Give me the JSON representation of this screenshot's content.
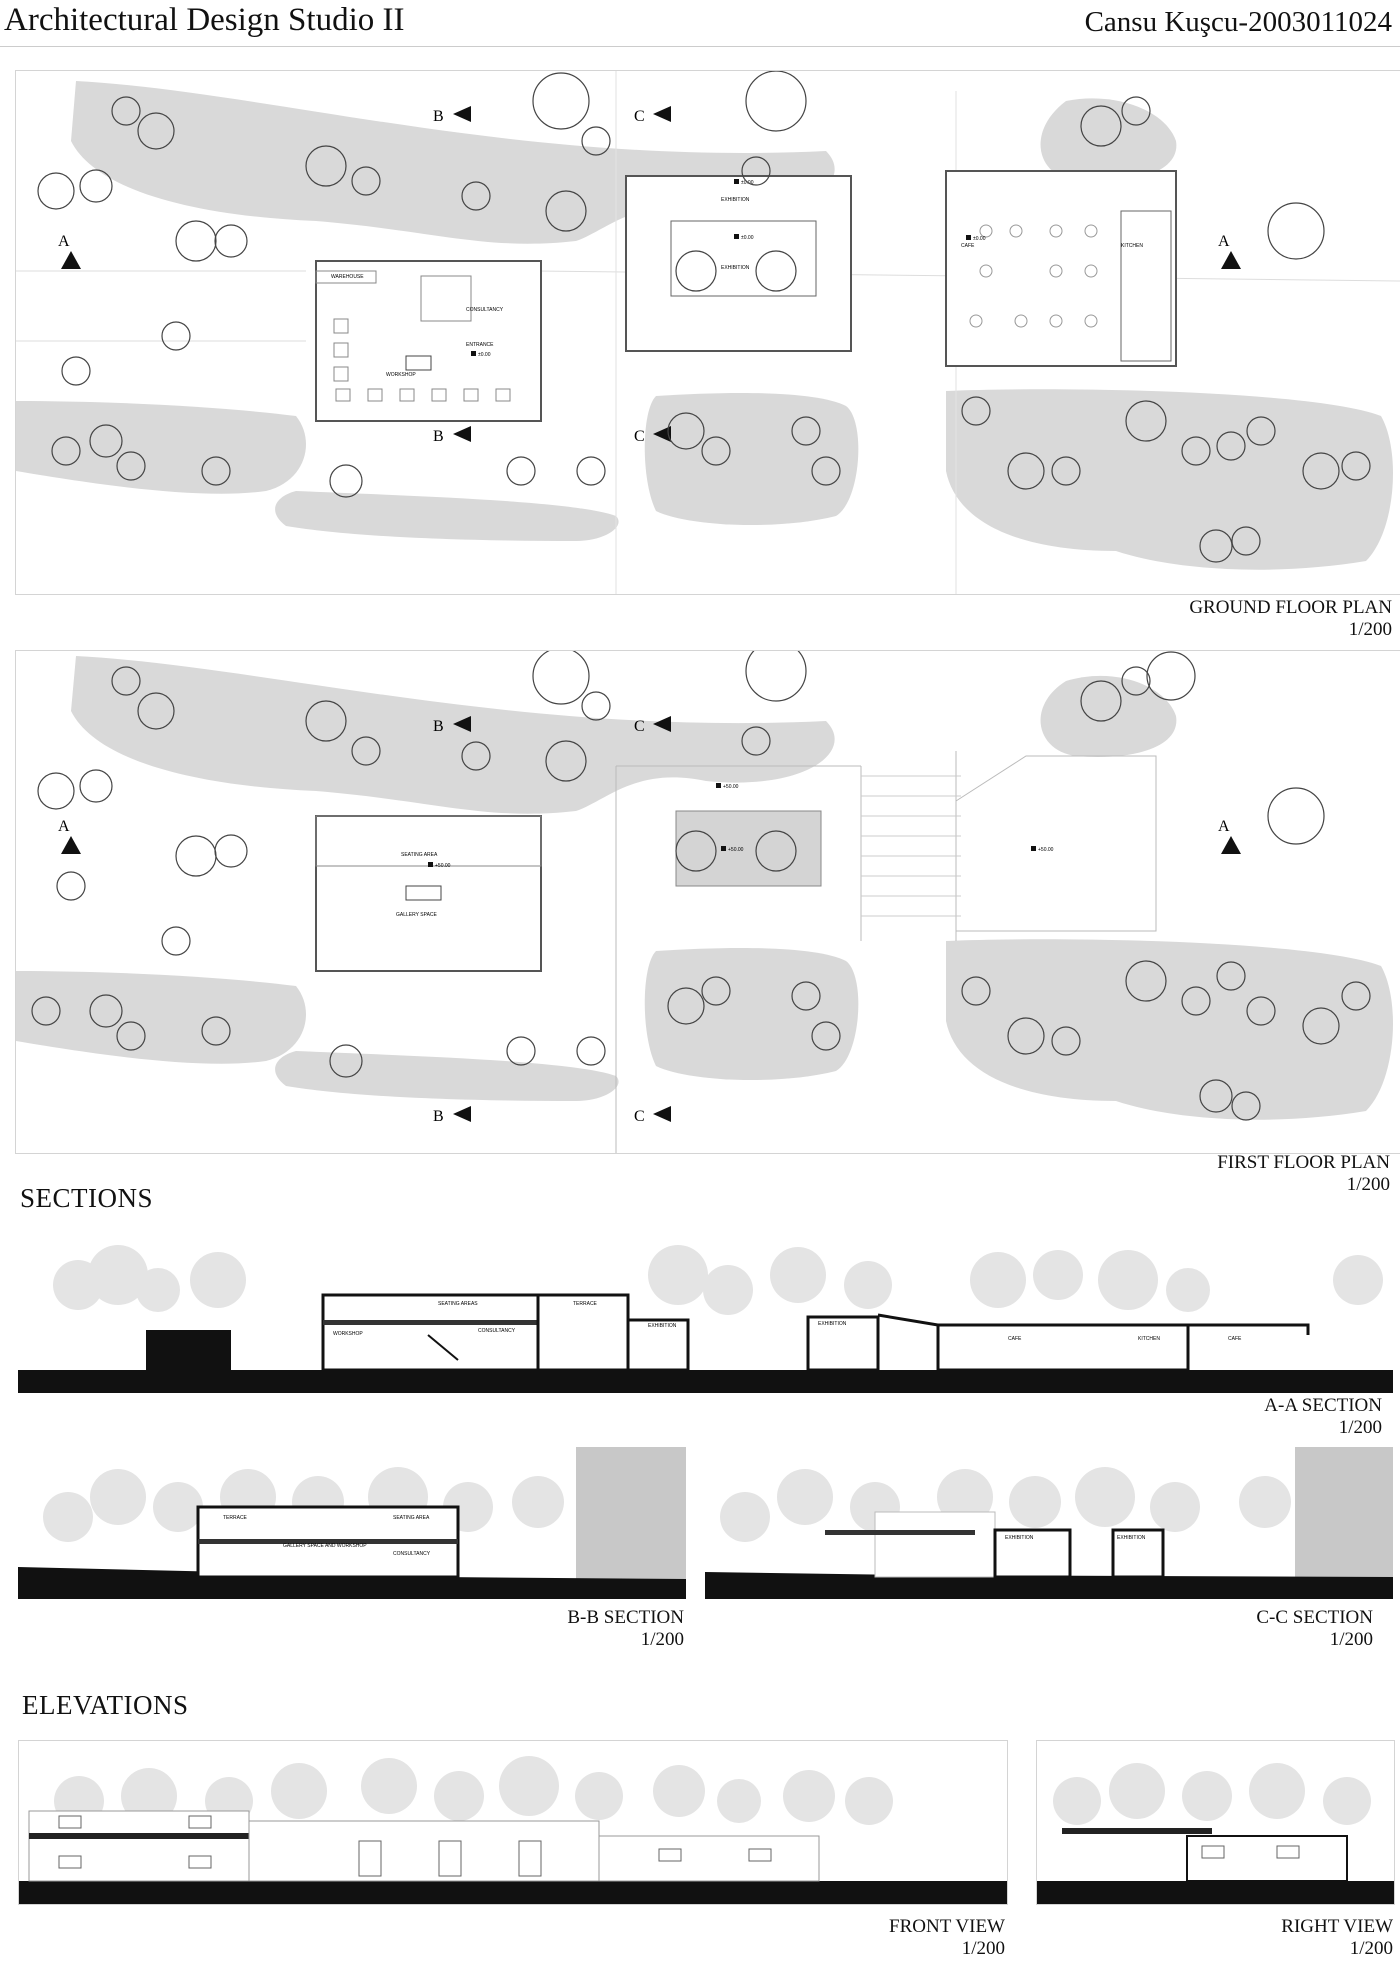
{
  "header": {
    "title": "Architectural Design Studio II",
    "author": "Cansu Kuşcu-2003011024"
  },
  "ground_floor_plan": {
    "caption": "GROUND FLOOR PLAN",
    "scale": "1/200",
    "section_markers": [
      "A",
      "A",
      "B",
      "B",
      "C",
      "C"
    ],
    "room_labels": [
      "WAREHOUSE",
      "CONSULTANCY",
      "ENTRANCE",
      "WORKSHOP",
      "EXHIBITION",
      "EXHIBITION",
      "CAFE",
      "KITCHEN"
    ],
    "levels": [
      "±0.00",
      "±0.00",
      "±0.00",
      "±0.00"
    ]
  },
  "first_floor_plan": {
    "caption": "FIRST FLOOR PLAN",
    "scale": "1/200",
    "section_markers": [
      "A",
      "A",
      "B",
      "B",
      "C",
      "C"
    ],
    "room_labels": [
      "SEATING AREA",
      "GALLERY SPACE"
    ],
    "levels": [
      "+50.00",
      "+50.00",
      "+50.00",
      "+50.00"
    ]
  },
  "sections": {
    "heading": "SECTIONS",
    "aa": {
      "caption": "A-A SECTION",
      "scale": "1/200",
      "labels": [
        "SEATING AREAS",
        "TERRACE",
        "WORKSHOP",
        "CONSULTANCY",
        "EXHIBITION",
        "EXHIBITION",
        "CAFE",
        "KITCHEN",
        "CAFE"
      ]
    },
    "bb": {
      "caption": "B-B SECTION",
      "scale": "1/200",
      "labels": [
        "TERRACE",
        "GALLERY SPACE AND WORKSHOP",
        "SEATING AREA",
        "CONSULTANCY"
      ]
    },
    "cc": {
      "caption": "C-C SECTION",
      "scale": "1/200",
      "labels": [
        "EXHIBITION",
        "EXHIBITION"
      ]
    }
  },
  "elevations": {
    "heading": "ELEVATIONS",
    "front": {
      "caption": "FRONT VIEW",
      "scale": "1/200"
    },
    "right": {
      "caption": "RIGHT VIEW",
      "scale": "1/200"
    }
  }
}
